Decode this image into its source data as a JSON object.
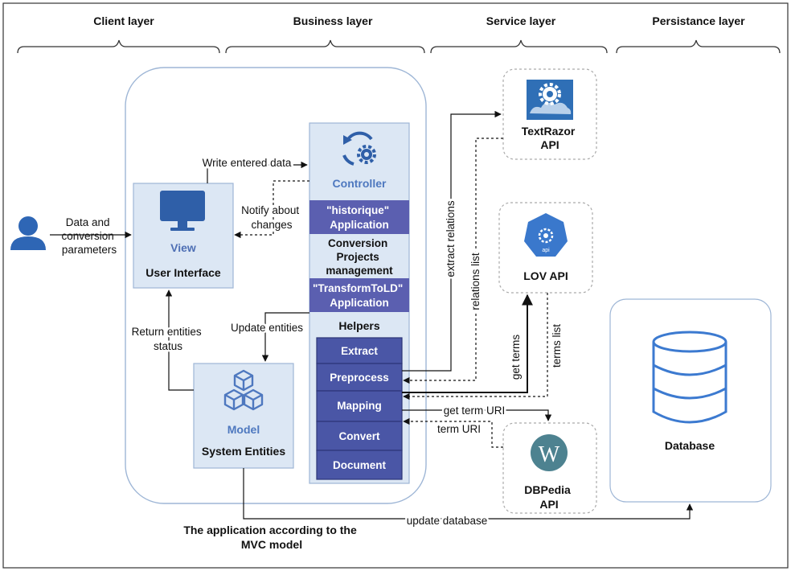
{
  "layers": {
    "client": "Client layer",
    "business": "Business layer",
    "service": "Service layer",
    "persistance": "Persistance layer"
  },
  "user": {
    "input_label_lines": [
      "Data and",
      "conversion",
      "parameters"
    ]
  },
  "view": {
    "title": "View",
    "subtitle": "User Interface"
  },
  "controller": {
    "title": "Controller",
    "historique_lines": [
      "\"historique\"",
      "Application"
    ],
    "conversion_lines": [
      "Conversion",
      "Projects",
      "management"
    ],
    "transform_lines": [
      "\"TransformToLD\"",
      "Application"
    ],
    "helpers": "Helpers",
    "helper_items": [
      "Extract",
      "Preprocess",
      "Mapping",
      "Convert",
      "Document"
    ]
  },
  "model": {
    "title": "Model",
    "subtitle": "System Entities"
  },
  "mvc_caption_lines": [
    "The application according to the",
    "MVC model"
  ],
  "services": {
    "textrazor_lines": [
      "TextRazor",
      "API"
    ],
    "lov": "LOV API",
    "lov_icon_text": "api",
    "dbpedia_lines": [
      "DBPedia",
      "API"
    ],
    "dbpedia_icon_letter": "W"
  },
  "database": "Database",
  "arrows": {
    "write_entered_data": "Write entered data",
    "notify_lines": [
      "Notify about",
      "changes"
    ],
    "update_entities": "Update entities",
    "return_status_lines": [
      "Return entities",
      "status"
    ],
    "extract_relations": "extract relations",
    "relations_list": "relations list",
    "get_terms": "get terms",
    "terms_list": "terms list",
    "get_term_uri": "get term URI",
    "term_uri": "term URI",
    "update_database": "update database"
  },
  "colors": {
    "panel_bg": "#dce7f4",
    "panel_border": "#9eb6d6",
    "view_accent": "#2f5fa8",
    "dark_band": "#5b5fb0",
    "helper_box": "#4a56a6",
    "helper_border": "#2c3577",
    "model_accent": "#4e78bf",
    "textrazor_icon_bg": "#2f6fb6",
    "lov_icon_bg": "#3a78cc",
    "dbpedia_icon_bg": "#4d8290",
    "database_stroke": "#3c7ad0",
    "user_icon": "#2e66b5"
  }
}
